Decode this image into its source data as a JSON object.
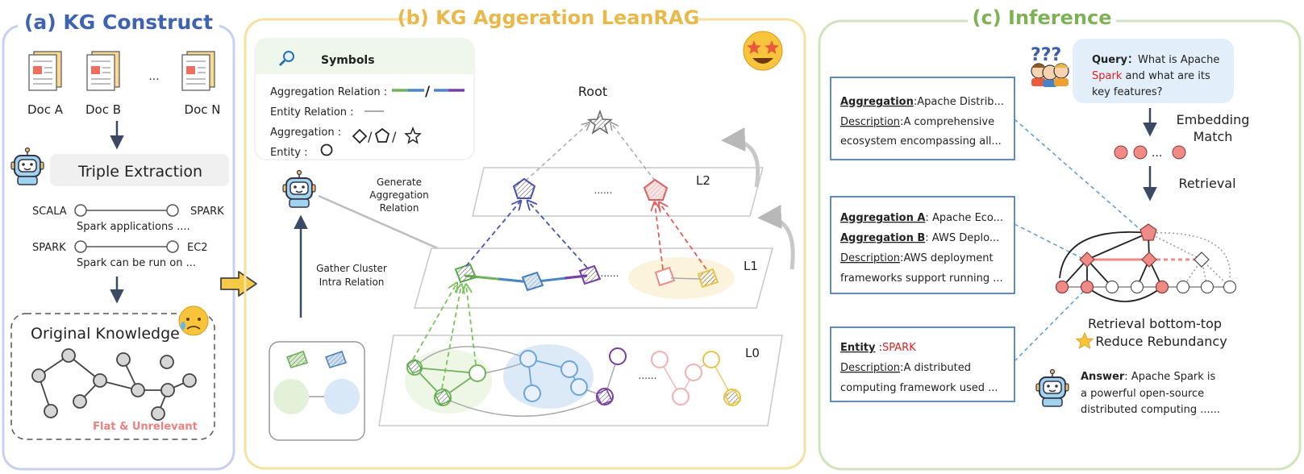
{
  "panel_a": {
    "title": "(a) KG Construct",
    "docs": [
      "Doc A",
      "Doc B",
      "Doc N"
    ],
    "ellipsis": "...",
    "triple_title": "Triple Extraction",
    "triples": [
      {
        "head": "SCALA",
        "tail": "SPARK",
        "relation": "Spark applications ...."
      },
      {
        "head": "SPARK",
        "tail": "EC2",
        "relation": "Spark can be run on ..."
      }
    ],
    "original_title": "Original Knowledge",
    "flat_label": "Flat & Unrelevant"
  },
  "panel_b": {
    "title": "(b) KG Aggeration LeanRAG",
    "symbols_title": "Symbols",
    "symbols": {
      "aggregation_relation": "Aggregation Relation :",
      "entity_relation": "Entity Relation :",
      "aggregation": "Aggregation :",
      "entity": "Entity :",
      "slash": "/"
    },
    "root": "Root",
    "layers": [
      "L2",
      "L1",
      "L0"
    ],
    "ellipsis": "......",
    "generate": [
      "Generate",
      "Aggregation",
      "Relation"
    ],
    "gather": [
      "Gather Cluster",
      "Intra Relation"
    ]
  },
  "panel_c": {
    "title": "(c) Inference",
    "query": {
      "label": "Query：",
      "l1": "What is Apache",
      "spark": "Spark",
      "l2rest": " and what are its",
      "l3": "key features?"
    },
    "embedding": [
      "Embedding",
      "Match"
    ],
    "retrieval": "Retrieval",
    "boxes": [
      {
        "lines": [
          {
            "key": "Aggregation",
            "sep": ":",
            "val": "Apache Distrib..."
          },
          {
            "key": "Description",
            "sep": ":",
            "val": "A comprehensive"
          },
          {
            "key": "",
            "sep": "",
            "val": "ecosystem encompassing all..."
          }
        ]
      },
      {
        "lines": [
          {
            "key": "Aggregation A",
            "sep": ": ",
            "val": "Apache Eco..."
          },
          {
            "key": "Aggregation B",
            "sep": ": ",
            "val": "AWS Deplo..."
          },
          {
            "key": "Description",
            "sep": ":",
            "val": "AWS deployment"
          },
          {
            "key": "",
            "sep": "",
            "val": "frameworks support running ..."
          }
        ]
      },
      {
        "lines": [
          {
            "key": "Entity",
            "sep": " :",
            "val": "SPARK"
          },
          {
            "key": "Description",
            "sep": ":",
            "val": "A distributed"
          },
          {
            "key": "",
            "sep": "",
            "val": "computing framework used ..."
          }
        ]
      }
    ],
    "bottom_top": "Retrieval bottom-top",
    "reduce": "Reduce Rebundancy",
    "answer": {
      "label": "Answer",
      "l1": ": Apache Spark is",
      "l2": "a powerful open-source",
      "l3": "distributed computing ......"
    }
  },
  "colors": {
    "panel_a_border": "#c7d1ef",
    "panel_a_title": "#3f63b3",
    "panel_b_border": "#f5e2a1",
    "panel_b_title": "#e8b84a",
    "panel_c_border": "#cfe4bd",
    "panel_c_title": "#7fb256",
    "blue_box": "#4a80c4",
    "red_node": "#f08a86",
    "red_text": "#e02020",
    "purple": "#7a3ea8",
    "green": "#8dc468",
    "blue_light": "#6aa6db"
  }
}
